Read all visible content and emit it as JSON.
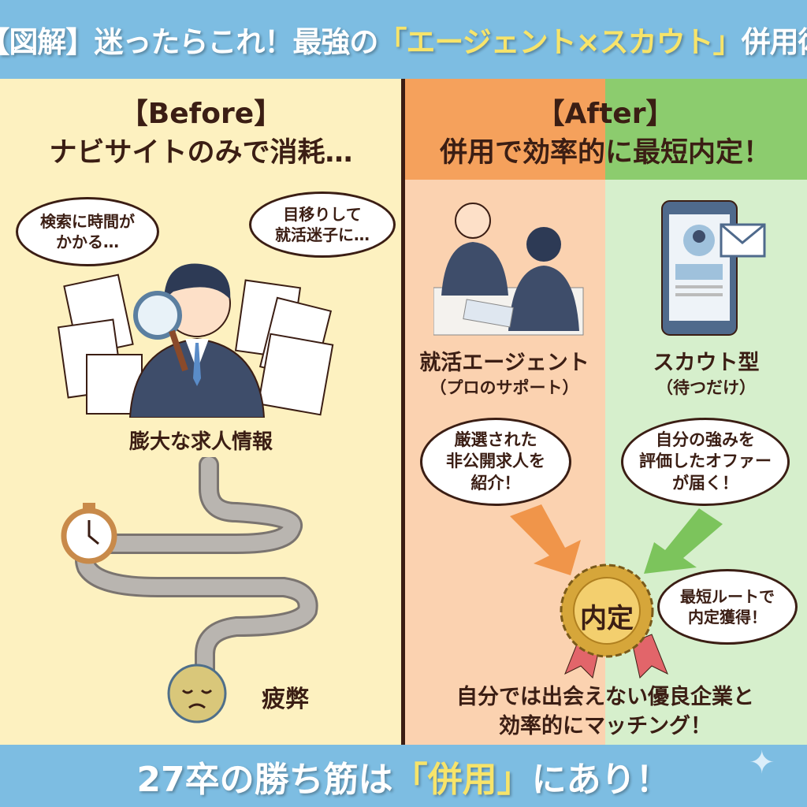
{
  "header": {
    "title_prefix": "【図解】迷ったらこれ！最強の",
    "title_highlight": "「エージェント×スカウト」",
    "title_suffix": "併用術"
  },
  "before": {
    "label": "【Before】",
    "subtitle": "ナビサイトのみで消耗…",
    "bubble_left": [
      "検索に時間が",
      "かかる…"
    ],
    "bubble_right": [
      "目移りして",
      "就活迷子に…"
    ],
    "caption": "膨大な求人情報",
    "result": "疲弊"
  },
  "after": {
    "label": "【After】",
    "subtitle": "併用で効率的に最短内定！",
    "agent": {
      "title": "就活エージェント",
      "sub": "（プロのサポート）",
      "bubble": [
        "厳選された",
        "非公開求人を",
        "紹介！"
      ]
    },
    "scout": {
      "title": "スカウト型",
      "sub": "（待つだけ）",
      "bubble": [
        "自分の強みを",
        "評価したオファー",
        "が届く！"
      ]
    },
    "medal": "内定",
    "medal_bubble": [
      "最短ルートで",
      "内定獲得！"
    ],
    "conclusion": [
      "自分では出会えない優良企業と",
      "効率的にマッチング！"
    ]
  },
  "footer": {
    "prefix": "27卒の勝ち筋は",
    "highlight": "「併用」",
    "suffix": "にあり！"
  },
  "colors": {
    "header": "#7dbde2",
    "before_bg": "#fdf1c0",
    "agent": "#f5a15c",
    "scout": "#8ccc6e",
    "agent_light": "#fbd2b0",
    "scout_light": "#d6efcc",
    "text": "#3b1e14",
    "highlight": "#f7e46a"
  }
}
